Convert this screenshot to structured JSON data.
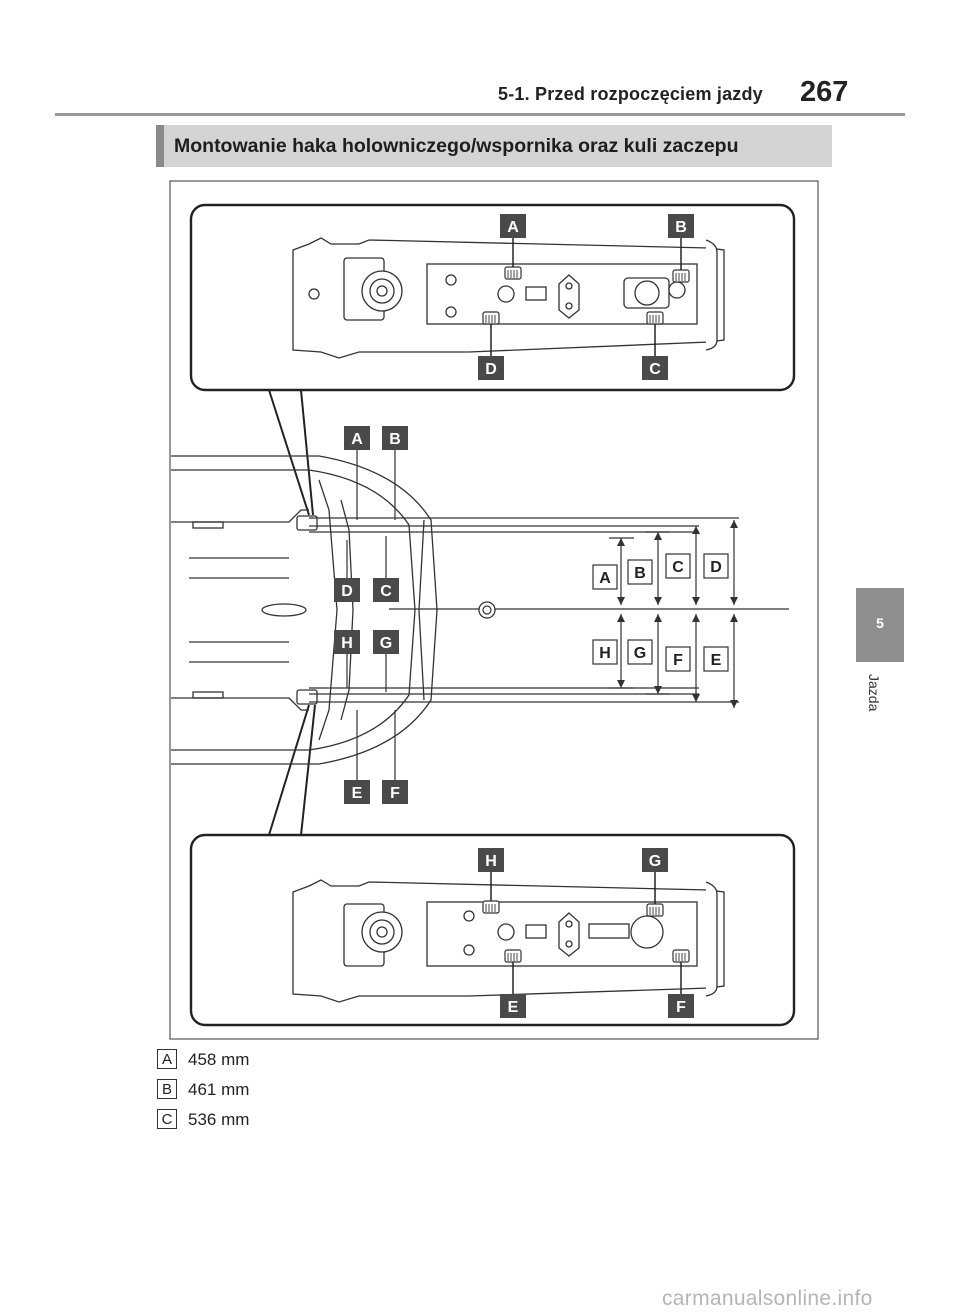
{
  "header": {
    "section": "5-1. Przed rozpoczęciem jazdy",
    "page_number": "267"
  },
  "heading": "Montowanie haka holowniczego/wspornika oraz kuli zaczepu",
  "side_tab": {
    "chapter": "5",
    "label": "Jazda"
  },
  "figure": {
    "callouts_top": {
      "a": "A",
      "b": "B",
      "c": "C",
      "d": "D"
    },
    "callouts_mid_upper": {
      "a": "A",
      "b": "B",
      "c": "C",
      "d": "D"
    },
    "callouts_mid_lower": {
      "e": "E",
      "f": "F",
      "g": "G",
      "h": "H"
    },
    "dims_upper": {
      "a": "A",
      "b": "B",
      "c": "C",
      "d": "D"
    },
    "dims_lower": {
      "e": "E",
      "f": "F",
      "g": "G",
      "h": "H"
    },
    "callouts_bottom": {
      "e": "E",
      "f": "F",
      "g": "G",
      "h": "H"
    }
  },
  "legend": [
    {
      "key": "A",
      "value": "458 mm"
    },
    {
      "key": "B",
      "value": "461 mm"
    },
    {
      "key": "C",
      "value": "536 mm"
    }
  ],
  "watermark": "carmanualsonline.info",
  "colors": {
    "label_bg": "#4a4a4a",
    "heading_bg": "#d4d4d4",
    "tab_bg": "#8f8f8f"
  }
}
